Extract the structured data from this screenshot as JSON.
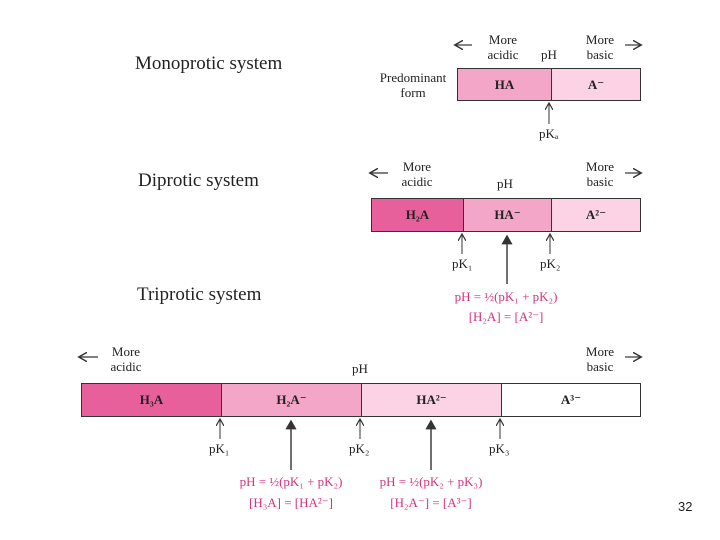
{
  "mono": {
    "title": "Monoprotic system",
    "more_acidic": "More\nacidic",
    "more_basic": "More\nbasic",
    "ph": "pH",
    "predominant": "Predominant\nform",
    "segments": [
      "HA",
      "A⁻"
    ],
    "pk": "pKₐ"
  },
  "di": {
    "title": "Diprotic system",
    "more_acidic": "More\nacidic",
    "more_basic": "More\nbasic",
    "ph": "pH",
    "segments": [
      "H₂A",
      "HA⁻",
      "A²⁻"
    ],
    "pk1": "pK₁",
    "pk2": "pK₂",
    "eq1": "pH = ½(pK₁ + pK₂)",
    "eq2": "[H₂A] = [A²⁻]"
  },
  "tri": {
    "title": "Triprotic system",
    "more_acidic": "More\nacidic",
    "more_basic": "More\nbasic",
    "ph": "pH",
    "segments": [
      "H₃A",
      "H₂A⁻",
      "HA²⁻",
      "A³⁻"
    ],
    "pk1": "pK₁",
    "pk2": "pK₂",
    "pk3": "pK₃",
    "eq_a1": "pH = ½(pK₁ + pK₂)",
    "eq_a2": "[H₃A] = [HA²⁻]",
    "eq_b1": "pH = ½(pK₂ + pK₃)",
    "eq_b2": "[H₂A⁻] = [A³⁻]"
  },
  "colors": {
    "dark_pink": "#e8609b",
    "mid_pink": "#f4a6c8",
    "light_pink": "#fbd3e5",
    "white": "#ffffff",
    "eq_pink": "#d6337f"
  },
  "page_number": "32"
}
